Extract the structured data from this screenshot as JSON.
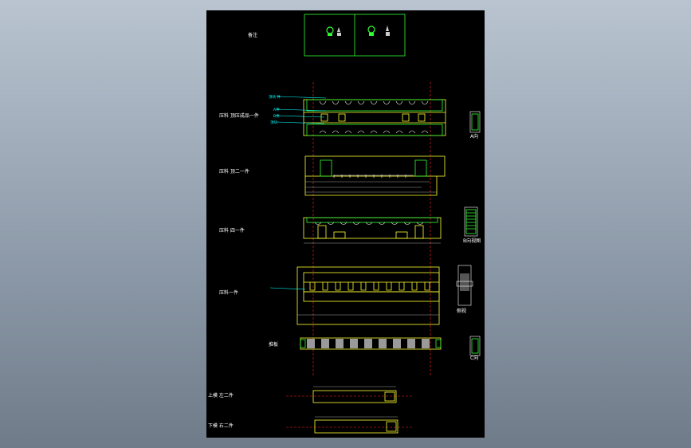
{
  "sheet": {
    "legend_label": "备注",
    "views": [
      {
        "label": "压料 顶压成品一件"
      },
      {
        "label": "压料 顶二一件"
      },
      {
        "label": "压料 四一件"
      },
      {
        "label": "压料一件"
      },
      {
        "label": "推板"
      }
    ],
    "side_labels": [
      "A向",
      "B向视图",
      "侧视",
      "C向"
    ],
    "callouts": [
      "顶块 件",
      "A件",
      "B件",
      "顶块"
    ],
    "bottom_parts": [
      {
        "label": "上模 左二件"
      },
      {
        "label": "下模 右二件"
      }
    ]
  },
  "colors": {
    "background": "#000000",
    "yellow": "#ffff33",
    "green": "#33ff33",
    "red": "#ff2222",
    "cyan": "#00ffff",
    "white": "#ffffff"
  }
}
